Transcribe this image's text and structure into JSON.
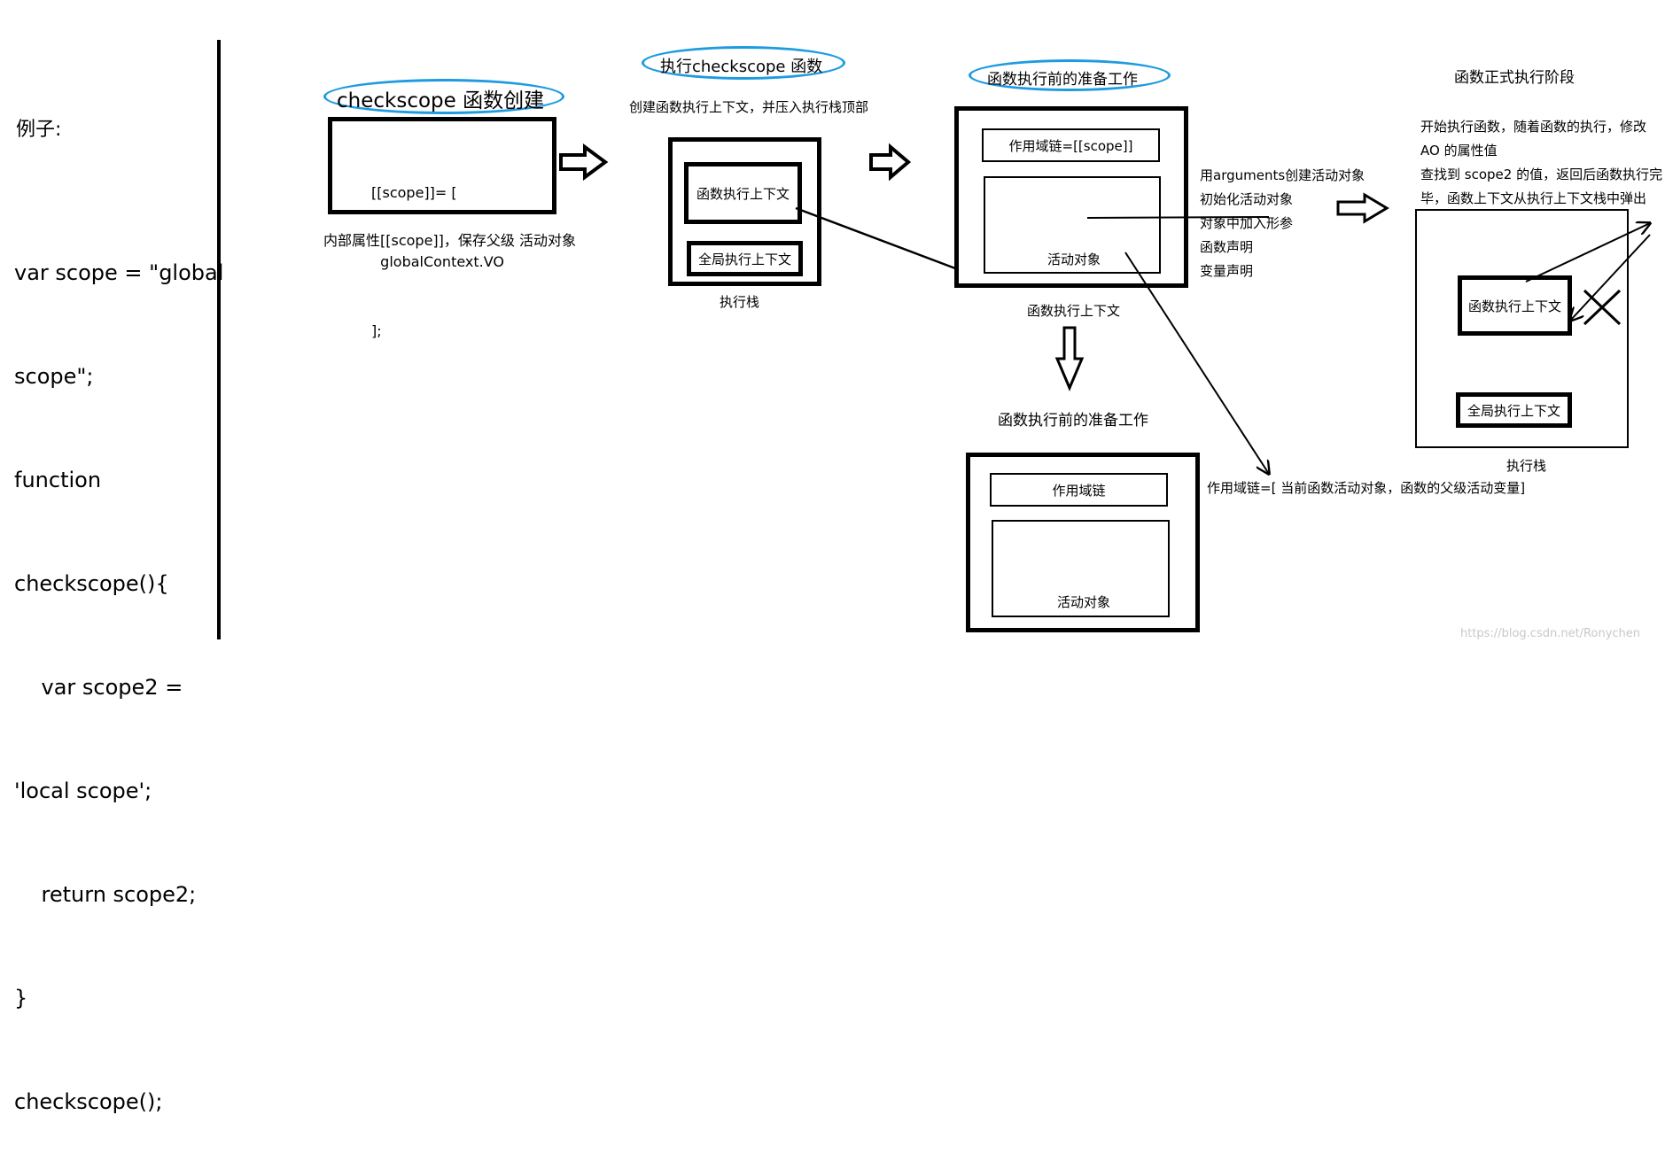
{
  "example": {
    "heading": "例子:",
    "code_lines": [
      "var scope = \"global",
      "scope\";",
      "function",
      "checkscope(){",
      "    var scope2 =",
      "'local scope';",
      "    return scope2;",
      "}",
      "checkscope();"
    ]
  },
  "stage1": {
    "title": "checkscope 函数创建",
    "code_lines": [
      "[[scope]]= [",
      "  globalContext.VO",
      "];"
    ],
    "note": "内部属性[[scope]]，保存父级 活动对象"
  },
  "stage2": {
    "title": "执行checkscope 函数",
    "subtitle": "创建函数执行上下文，并压入执行栈顶部",
    "ctx_label": "函数执行上下文",
    "global_label": "全局执行上下文",
    "stack_label": "执行栈"
  },
  "stage3": {
    "title": "函数执行前的准备工作",
    "scope_chain": "作用域链=[[scope]]",
    "ao_label": "活动对象",
    "ctx_caption": "函数执行上下文",
    "steps": [
      "用arguments创建活动对象",
      "初始化活动对象",
      "对象中加入形参",
      "函数声明",
      "变量声明"
    ]
  },
  "stage4": {
    "title": "函数执行前的准备工作",
    "scope_chain": "作用域链",
    "ao_label": "活动对象",
    "scope_chain_note": "作用域链=[ 当前函数活动对象，函数的父级活动变量]"
  },
  "stage5": {
    "title": "函数正式执行阶段",
    "desc_lines": [
      "开始执行函数，随着函数的执行，修改",
      "AO 的属性值",
      "查找到 scope2 的值，返回后函数执行完",
      "毕，函数上下文从执行上下文栈中弹出"
    ],
    "ctx_label": "函数执行上下文",
    "global_label": "全局执行上下文",
    "stack_label": "执行栈"
  },
  "watermark": "https://blog.csdn.net/Ronychen"
}
